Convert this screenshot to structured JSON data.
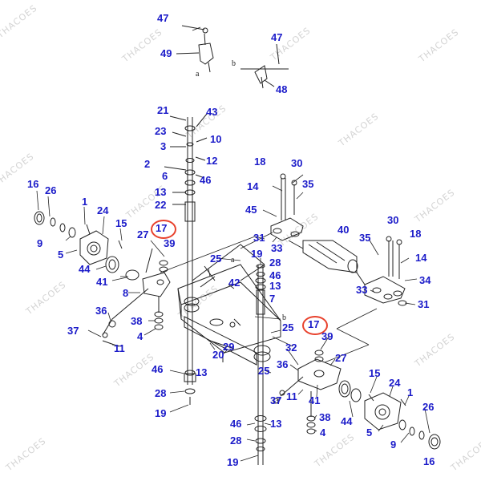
{
  "watermark": "THACOES",
  "highlight_color": "#e8412c",
  "label_color": "#1b1bc9",
  "callouts": {
    "c47a": "47",
    "c49": "49",
    "c47b": "47",
    "c48": "48",
    "c21": "21",
    "c43": "43",
    "c23": "23",
    "c10": "10",
    "c3": "3",
    "c12": "12",
    "c2": "2",
    "c6": "6",
    "c46a": "46",
    "c13a": "13",
    "c22": "22",
    "c18a": "18",
    "c30a": "30",
    "c14a": "14",
    "c35a": "35",
    "c45": "45",
    "c16a": "16",
    "c26a": "26",
    "c1a": "1",
    "c24a": "24",
    "c15a": "15",
    "c9a": "9",
    "c5a": "5",
    "c44a": "44",
    "c41a": "41",
    "c8": "8",
    "c17a": "17",
    "c27a": "27",
    "c39a": "39",
    "c31a": "31",
    "c33a": "33",
    "c40": "40",
    "c35b": "35",
    "c30b": "30",
    "c18b": "18",
    "c14b": "14",
    "c34": "34",
    "c33b": "33",
    "c31b": "31",
    "c25a": "25",
    "c19a": "19",
    "c28a": "28",
    "c46b": "46",
    "c13b": "13",
    "c42": "42",
    "c7": "7",
    "c36a": "36",
    "c38a": "38",
    "c37a": "37",
    "c4a": "4",
    "c11a": "11",
    "c25b": "25",
    "c17b": "17",
    "c29": "29",
    "c20": "20",
    "c32": "32",
    "c39b": "39",
    "c27b": "27",
    "c36b": "36",
    "c25c": "25",
    "c15b": "15",
    "c24b": "24",
    "c1b": "1",
    "c37b": "37",
    "c11b": "11",
    "c41b": "41",
    "c44b": "44",
    "c38b": "38",
    "c4b": "4",
    "c26b": "26",
    "c5b": "5",
    "c9b": "9",
    "c16b": "16",
    "c46c": "46",
    "c13c": "13",
    "c28b": "28",
    "c19b": "19",
    "c46d": "46",
    "c13d": "13",
    "c28c": "28",
    "c19c": "19"
  },
  "letters": {
    "a1": "a",
    "b1": "b",
    "a2": "a",
    "b2": "b"
  }
}
